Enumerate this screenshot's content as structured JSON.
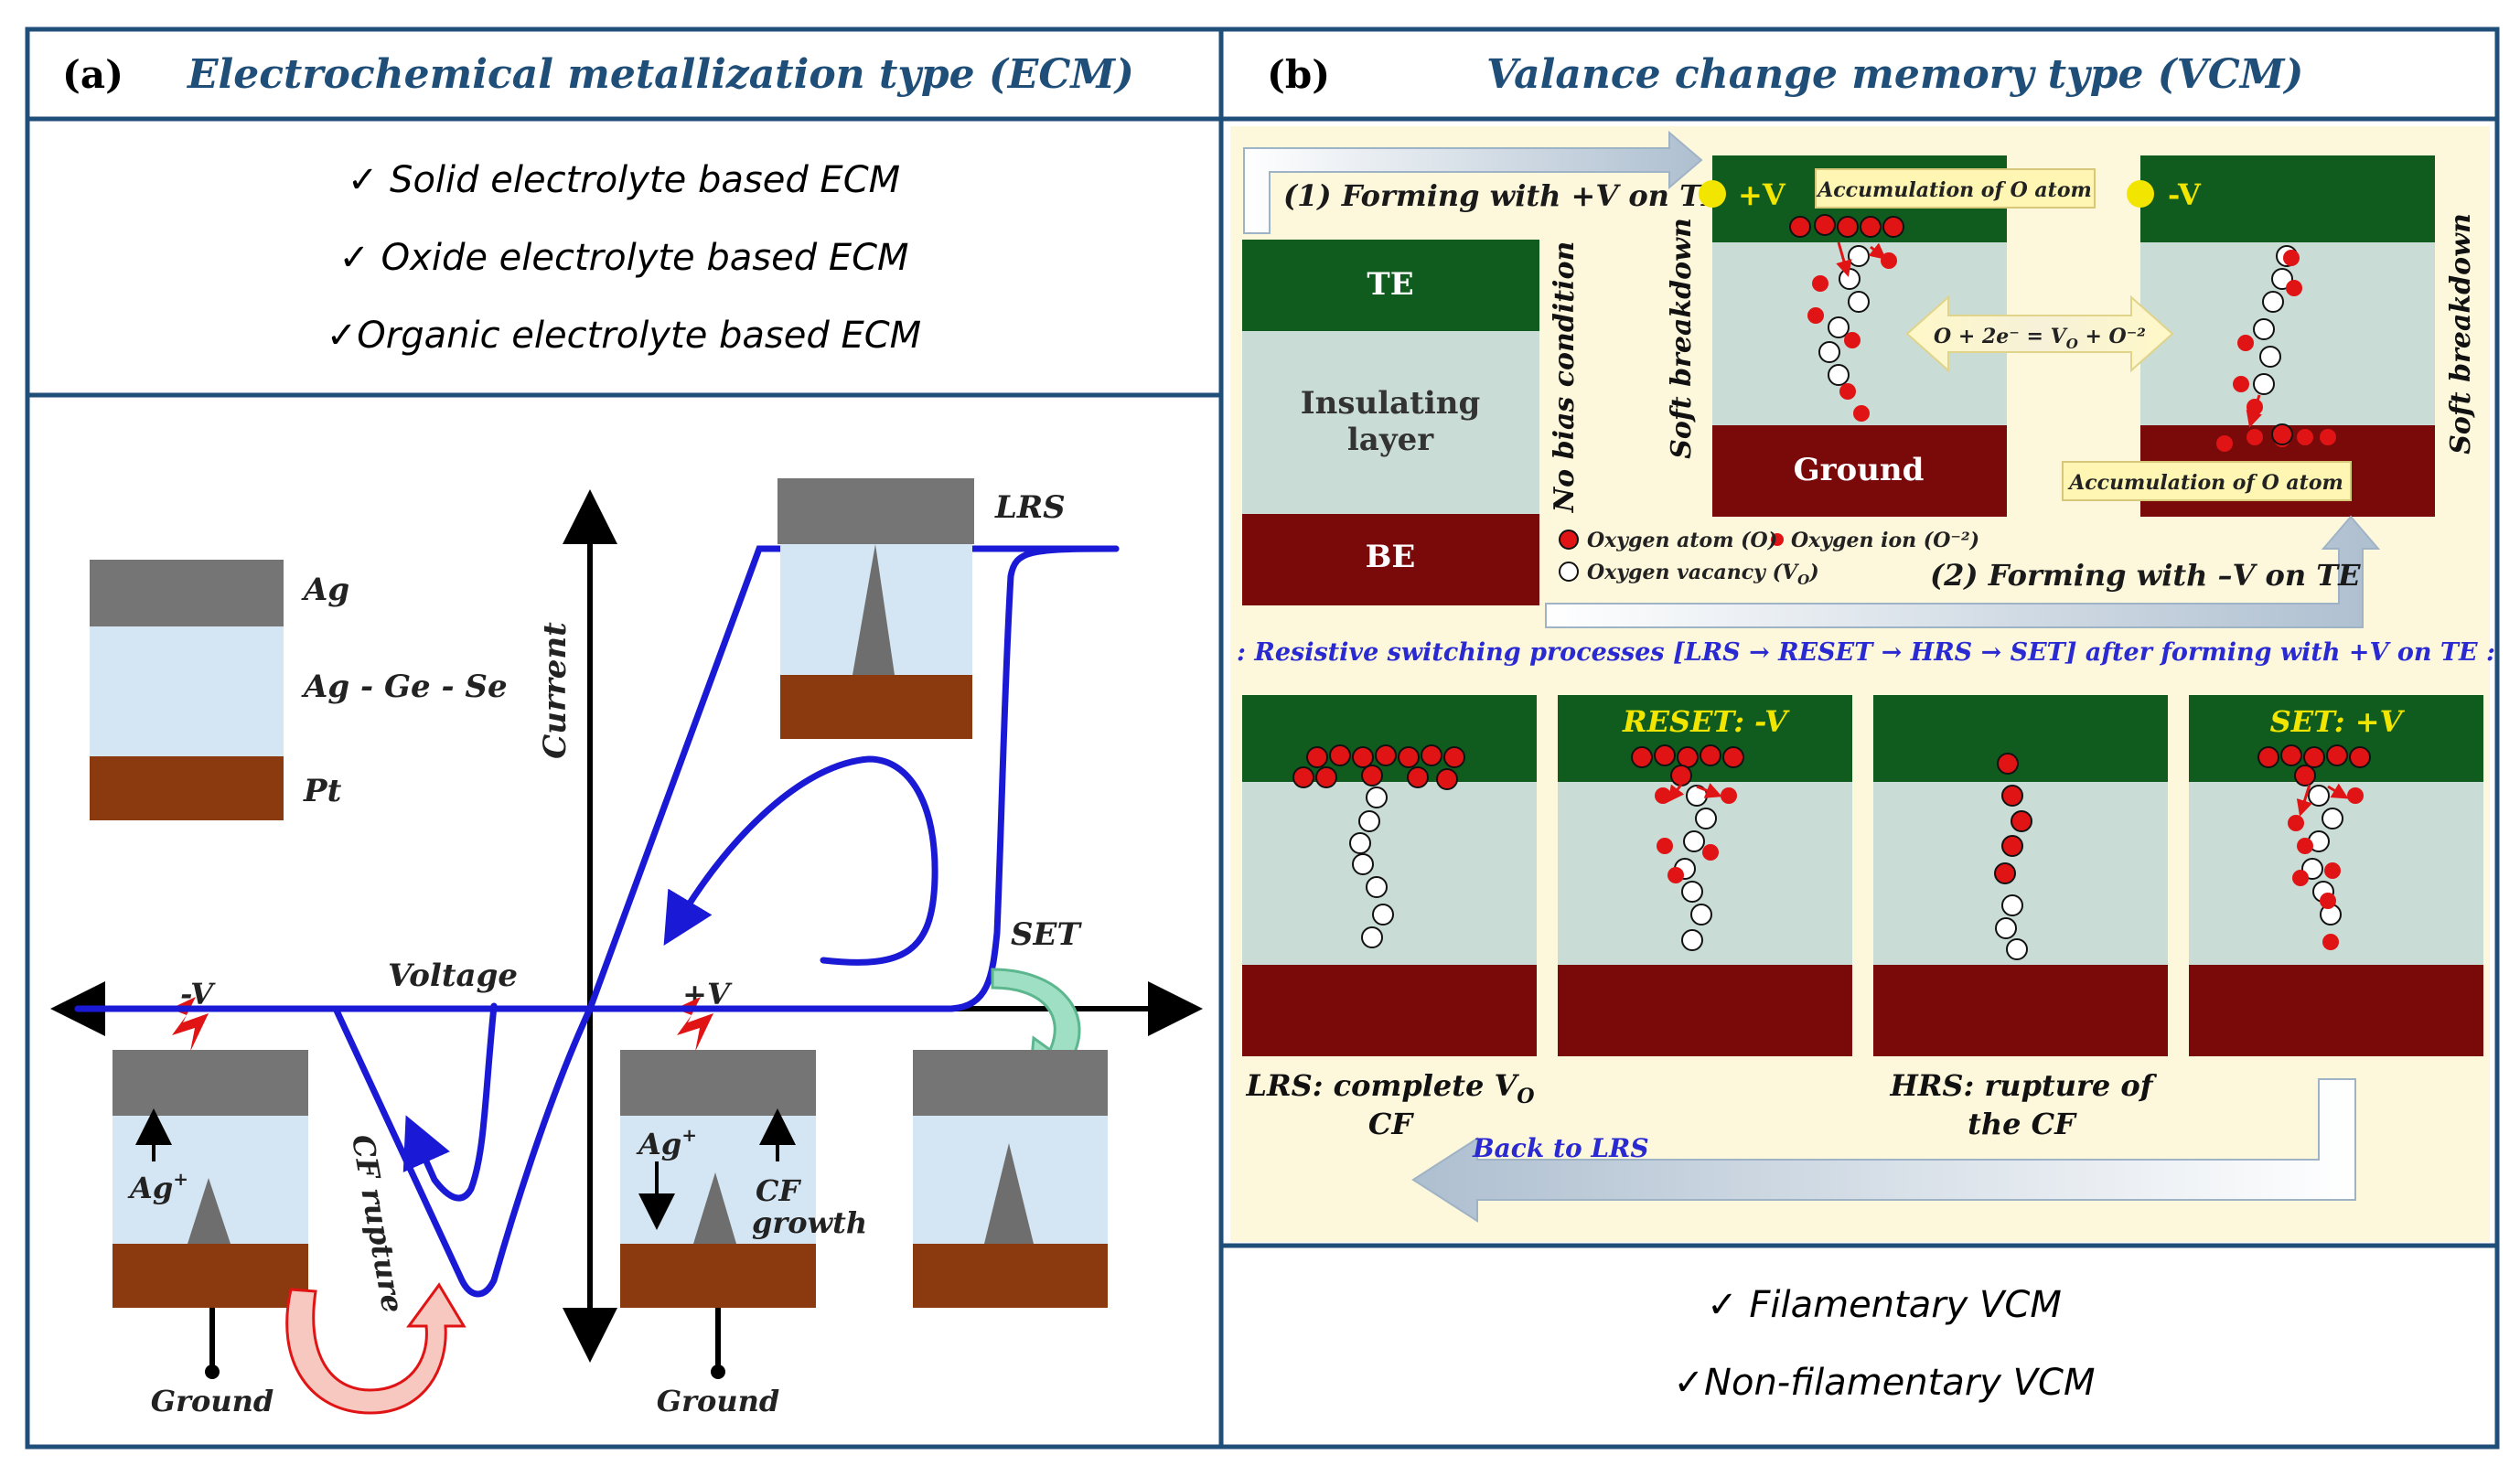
{
  "colors": {
    "border": "#1f4e79",
    "title": "#1f4e79",
    "curve": "#1a1ad6",
    "green": "#105c1f",
    "insul": "#c9dcd6",
    "maroon": "#7a0a0a",
    "ag": "#757575",
    "agse": "#d4e6f3",
    "pt": "#8b3a0f",
    "cone": "#6e6e6e",
    "panelB": "#fdf7dc",
    "oxygen": "#e01414",
    "vacancy": "#ffffff",
    "yellow": "#f2e600",
    "accent_blue": "#2a2ad2"
  },
  "panel_a": {
    "label": "(a)",
    "title": "Electrochemical metallization type (ECM)",
    "types": [
      "✓ Solid electrolyte based ECM",
      "✓ Oxide electrolyte based ECM",
      "✓Organic electrolyte based ECM"
    ],
    "stack": {
      "top": "Ag",
      "middle": "Ag - Ge - Se",
      "bottom": "Pt"
    },
    "axis": {
      "x": "Voltage",
      "y": "Current",
      "neg": "-V",
      "pos": "+V"
    },
    "lrs": "LRS",
    "set": "SET",
    "cf_rupture": "CF rupture",
    "ag_ion": "Ag",
    "ag_sup": "+",
    "cf_growth_1": "CF",
    "cf_growth_2": "growth",
    "ground": "Ground"
  },
  "panel_b": {
    "label": "(b)",
    "title": "Valance change memory type (VCM)",
    "forming_pos": "(1) Forming with +V on TE",
    "forming_neg": "(2) Forming with –V on TE",
    "te": "TE",
    "insulating_1": "Insulating",
    "insulating_2": "layer",
    "be": "BE",
    "no_bias": "No bias condition",
    "soft_breakdown": "Soft breakdown",
    "plus_v": "+V",
    "minus_v": "-V",
    "accumulation": "Accumulation of O atom",
    "ground": "Ground",
    "reaction": "O + 2e⁻ = V",
    "reaction_sub": "O",
    "reaction_tail": " + O⁻²",
    "legend": {
      "oxygen_atom": "Oxygen atom (O)",
      "oxygen_ion": "Oxygen ion (O⁻²)",
      "vacancy": "Oxygen vacancy (V",
      "vacancy_sub": "O",
      "vacancy_tail": ")"
    },
    "process": ": Resistive switching processes [LRS → RESET → HRS → SET] after forming with +V on TE :",
    "reset": "RESET: -V",
    "set": "SET: +V",
    "lrs_caption_1": "LRS: complete V",
    "lrs_caption_sub": "O",
    "lrs_caption_2": "CF",
    "hrs_caption_1": "HRS: rupture of",
    "hrs_caption_2": "the CF",
    "back": "Back to LRS",
    "types": [
      "✓ Filamentary VCM",
      "✓Non-filamentary VCM"
    ]
  }
}
